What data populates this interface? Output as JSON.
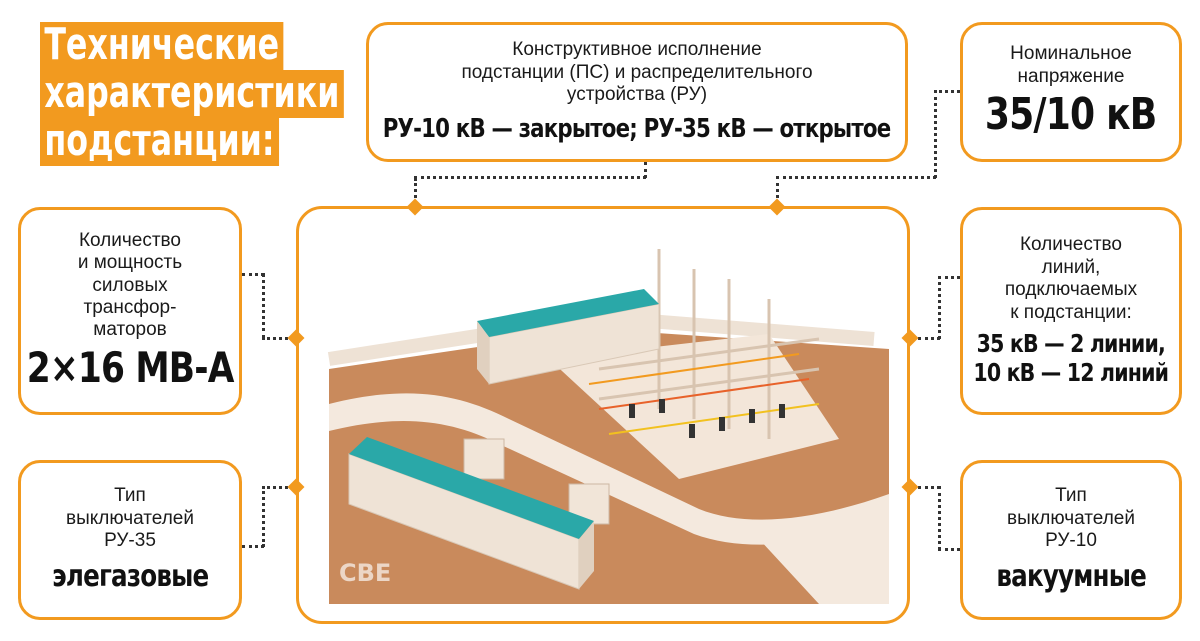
{
  "title": {
    "lines": [
      "Технические",
      "характеристики",
      "подстанции:"
    ]
  },
  "construction": {
    "label_lines": [
      "Конструктивное исполнение",
      "подстанции (ПС) и распределительного",
      "устройства (РУ)"
    ],
    "value": "РУ-10 кВ — закрытое; РУ-35 кВ — открытое"
  },
  "voltage": {
    "label_lines": [
      "Номинальное",
      "напряжение"
    ],
    "value": "35/10 кВ"
  },
  "transformers": {
    "label_lines": [
      "Количество",
      "и мощность",
      "силовых",
      "трансфор-",
      "маторов"
    ],
    "value": "2×16 МВ-А"
  },
  "lines": {
    "label_lines": [
      "Количество",
      "линий,",
      "подключаемых",
      "к подстанции:"
    ],
    "value_lines": [
      "35 кВ — 2 линии,",
      "10 кВ — 12 линий"
    ]
  },
  "breakers35": {
    "label_lines": [
      "Тип",
      "выключателей",
      "РУ-35"
    ],
    "value": "элегазовые"
  },
  "breakers10": {
    "label_lines": [
      "Тип",
      "выключателей",
      "РУ-10"
    ],
    "value": "вакуумные"
  },
  "watermark": "СВЕ",
  "colors": {
    "accent": "#f29a1f",
    "ground": "#c98a5c",
    "roof": "#2aa8a8",
    "building": "#efe3d6",
    "paving": "#f4e9de"
  }
}
